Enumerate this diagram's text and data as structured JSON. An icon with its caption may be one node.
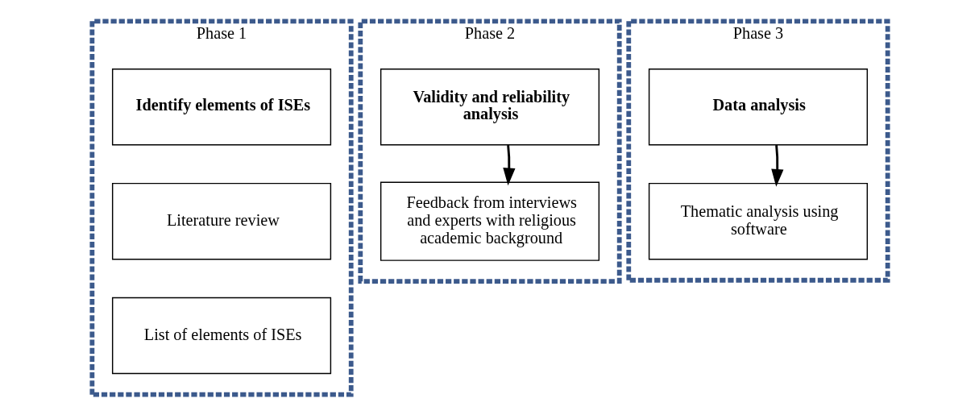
{
  "diagram": {
    "nodes": [
      {
        "text": [
          "Phase 1"
        ]
      },
      {
        "text": [
          "Identify elements of ISEs"
        ],
        "in": 0
      },
      {
        "text": [
          "Literature review"
        ],
        "in": 0
      },
      {
        "text": [
          "List of elements of ISEs"
        ],
        "in": 0
      },
      {
        "text": [
          "Phase 2"
        ]
      },
      {
        "text": [
          "Validity and reliability analysis"
        ],
        "in": 4
      },
      {
        "text": [
          "Feedback from interviews and experts with religious academic background"
        ],
        "in": 4
      },
      {
        "text": [
          "Phase 3"
        ]
      },
      {
        "text": [
          "Data analysis"
        ],
        "in": 7
      },
      {
        "text": [
          "Thematic analysis using software"
        ],
        "in": 7
      }
    ],
    "edges": [
      {
        "from": 5,
        "to": 6,
        "arrow": "to"
      },
      {
        "from": 8,
        "to": 9,
        "arrow": "to"
      }
    ]
  }
}
